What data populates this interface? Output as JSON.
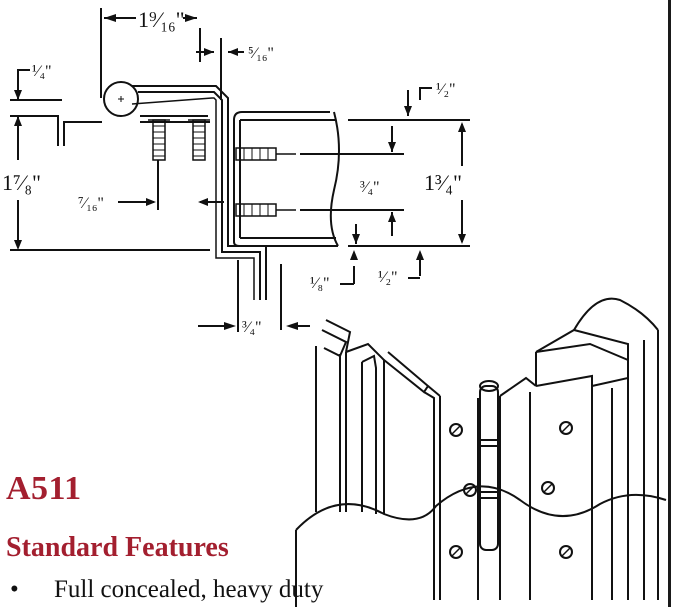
{
  "product": {
    "model": "A511",
    "section_heading": "Standard Features",
    "features": [
      "Full concealed, heavy duty"
    ]
  },
  "dimensions": {
    "overall_width": "1⁹⁄₁₆\"",
    "leaf_offset": "⁵⁄₁₆\"",
    "pin_offset": "¹⁄₄\"",
    "frame_depth": "1⁷⁄₈\"",
    "screw_inset": "⁷⁄₁₆\"",
    "top_margin": "¹⁄₂\"",
    "door_thickness": "1³⁄₄\"",
    "screw_spacing": "³⁄₄\"",
    "gap": "¹⁄₈\"",
    "bottom_margin": "¹⁄₂\"",
    "return_width": "³⁄₄\""
  },
  "colors": {
    "accent": "#a31f2f",
    "line": "#111111"
  }
}
